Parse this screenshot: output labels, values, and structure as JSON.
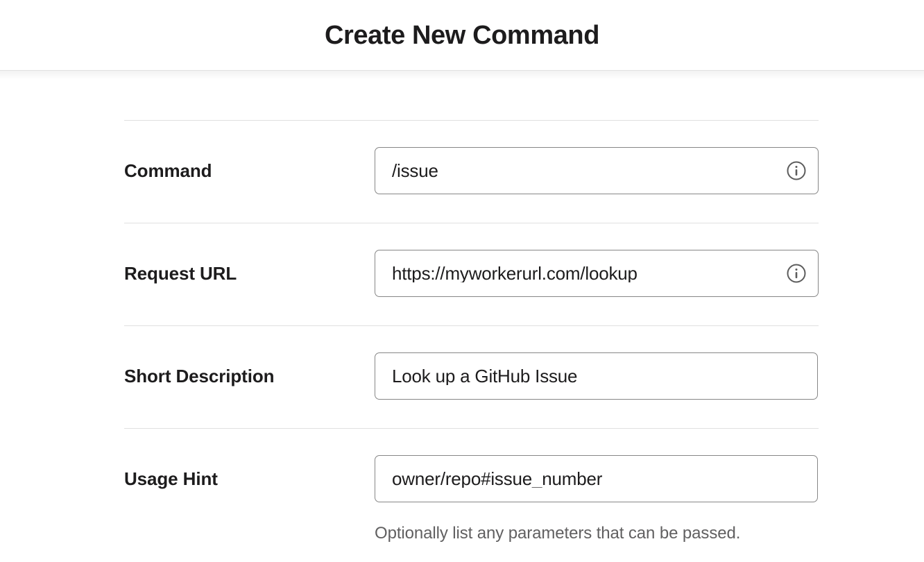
{
  "header": {
    "title": "Create New Command"
  },
  "colors": {
    "page_background": "#ffffff",
    "text_primary": "#1d1c1d",
    "text_secondary": "#616061",
    "input_border": "#868686",
    "divider": "#e0e0e0"
  },
  "form": {
    "fields": [
      {
        "label": "Command",
        "value": "/issue",
        "has_info_icon": true,
        "info_icon_name": "info-circle-icon",
        "help_text": ""
      },
      {
        "label": "Request URL",
        "value": "https://myworkerurl.com/lookup",
        "has_info_icon": true,
        "info_icon_name": "info-circle-icon",
        "help_text": ""
      },
      {
        "label": "Short Description",
        "value": "Look up a GitHub Issue",
        "has_info_icon": false,
        "info_icon_name": "",
        "help_text": ""
      },
      {
        "label": "Usage Hint",
        "value": "owner/repo#issue_number",
        "has_info_icon": false,
        "info_icon_name": "",
        "help_text": "Optionally list any parameters that can be passed."
      }
    ]
  }
}
